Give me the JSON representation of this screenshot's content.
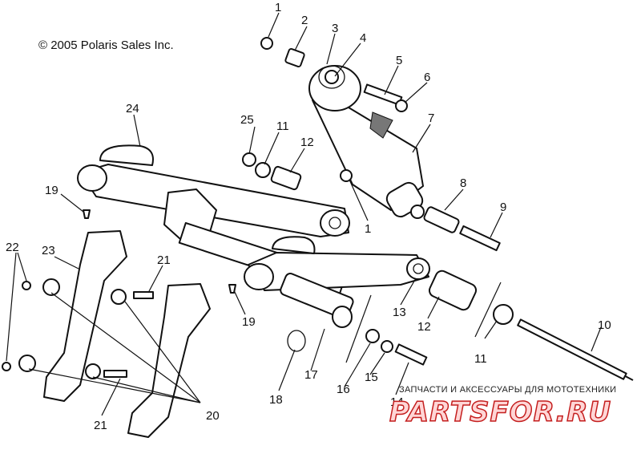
{
  "copyright": "© 2005 Polaris Sales Inc.",
  "watermark": {
    "caption": "ЗАПЧАСТИ И АКСЕССУАРЫ ДЛЯ МОТОТЕХНИКИ",
    "logo": "PARTSFOR.RU",
    "logo_color": "#c41e1e"
  },
  "callouts": [
    "1",
    "2",
    "3",
    "4",
    "5",
    "6",
    "7",
    "1",
    "8",
    "9",
    "25",
    "11",
    "12",
    "24",
    "19",
    "22",
    "23",
    "21",
    "19",
    "13",
    "12",
    "10",
    "11",
    "17",
    "16",
    "15",
    "14",
    "18",
    "20",
    "21"
  ],
  "colors": {
    "line": "#111111",
    "background": "#ffffff"
  }
}
